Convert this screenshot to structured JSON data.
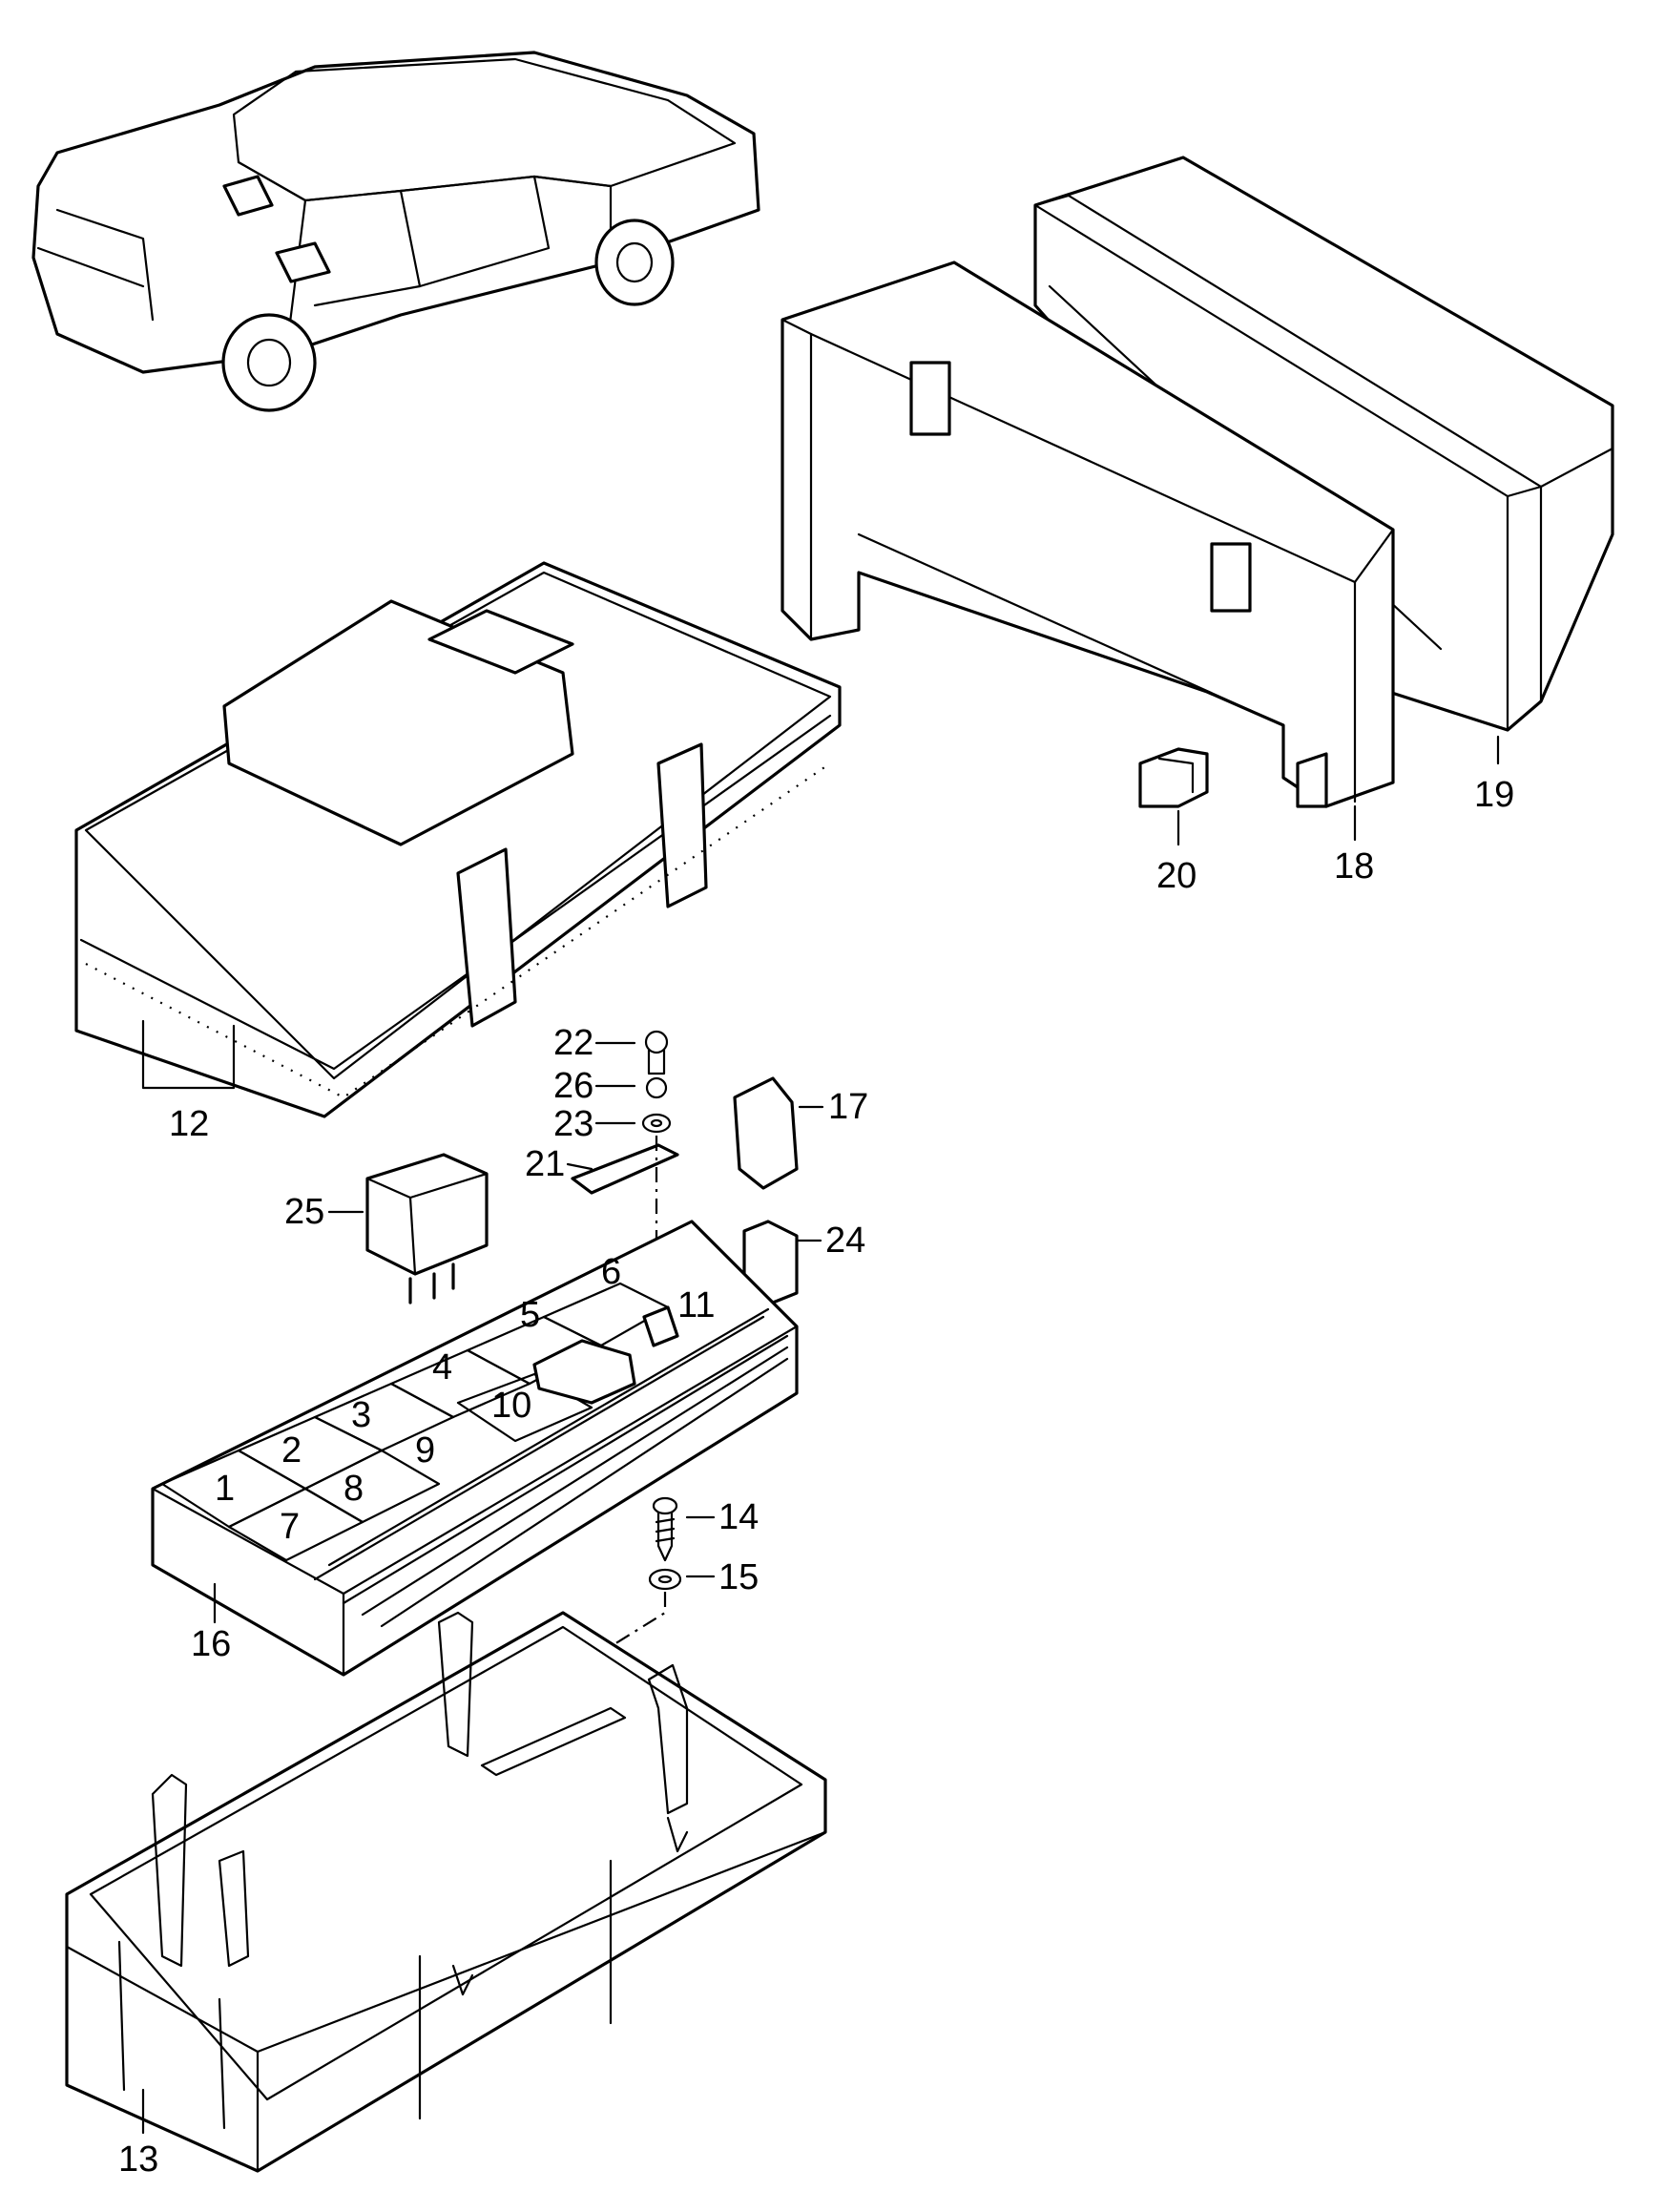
{
  "diagram": {
    "callouts": [
      "12",
      "13",
      "14",
      "15",
      "16",
      "17",
      "18",
      "19",
      "20",
      "21",
      "22",
      "23",
      "24",
      "25",
      "26"
    ],
    "slot_numbers": [
      "1",
      "2",
      "3",
      "4",
      "5",
      "6",
      "7",
      "8",
      "9",
      "10",
      "11"
    ]
  }
}
